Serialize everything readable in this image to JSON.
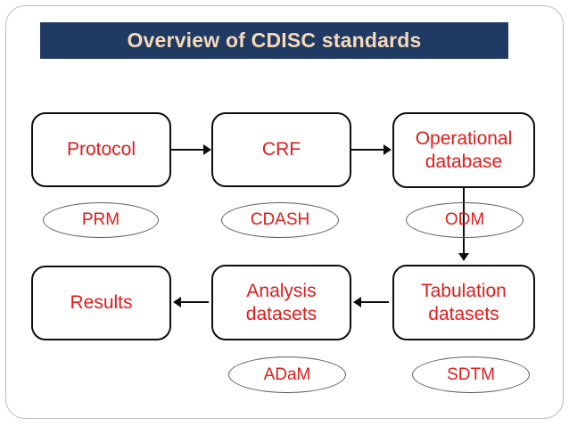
{
  "slide": {
    "title": "Overview of CDISC standards",
    "colors": {
      "title_bg": "#1f3a63",
      "title_fg": "#f7d9b7",
      "box_text": "#e01b1b",
      "box_border": "#0d0d0d",
      "ellipse_border": "#595b5d",
      "frame_border": "#b9bcc0",
      "background": "#ffffff"
    }
  },
  "flow": {
    "boxes": [
      {
        "id": "protocol",
        "label": "Protocol",
        "lines": [
          "Protocol"
        ]
      },
      {
        "id": "crf",
        "label": "CRF",
        "lines": [
          "CRF"
        ]
      },
      {
        "id": "opdb",
        "label": "Operational database",
        "lines": [
          "Operational",
          "database"
        ]
      },
      {
        "id": "results",
        "label": "Results",
        "lines": [
          "Results"
        ]
      },
      {
        "id": "analysis",
        "label": "Analysis datasets",
        "lines": [
          "Analysis",
          "datasets"
        ]
      },
      {
        "id": "tabulation",
        "label": "Tabulation datasets",
        "lines": [
          "Tabulation",
          "datasets"
        ]
      }
    ],
    "standards": [
      {
        "id": "prm",
        "label": "PRM",
        "applies_to": "protocol"
      },
      {
        "id": "cdash",
        "label": "CDASH",
        "applies_to": "crf"
      },
      {
        "id": "odm",
        "label": "ODM",
        "applies_to": "opdb"
      },
      {
        "id": "adam",
        "label": "ADaM",
        "applies_to": "analysis"
      },
      {
        "id": "sdtm",
        "label": "SDTM",
        "applies_to": "tabulation"
      }
    ],
    "arrows": [
      {
        "id": "protocol-to-crf",
        "from": "protocol",
        "to": "crf",
        "direction": "right"
      },
      {
        "id": "crf-to-opdb",
        "from": "crf",
        "to": "opdb",
        "direction": "right"
      },
      {
        "id": "opdb-to-tabulation",
        "from": "opdb",
        "to": "tabulation",
        "direction": "down"
      },
      {
        "id": "tabulation-to-analysis",
        "from": "tabulation",
        "to": "analysis",
        "direction": "left"
      },
      {
        "id": "analysis-to-results",
        "from": "analysis",
        "to": "results",
        "direction": "left"
      }
    ]
  }
}
